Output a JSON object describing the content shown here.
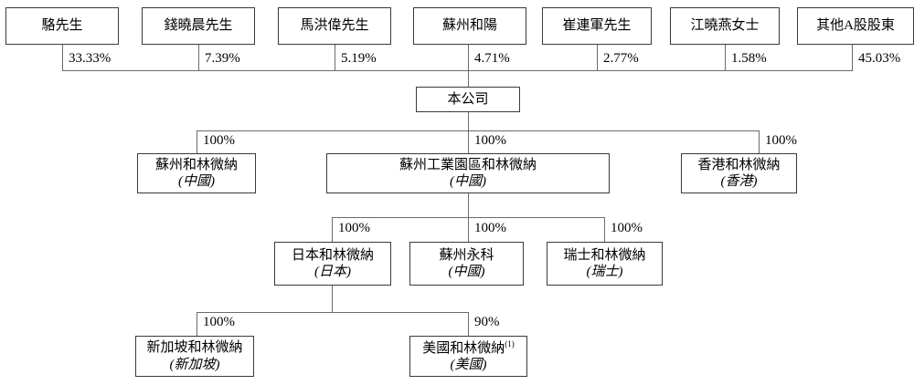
{
  "diagram": {
    "type": "corporate-shareholding-structure-chart",
    "title": "",
    "shareholders": [
      {
        "id": "luo",
        "label": "駱先生",
        "percent": "33.33%"
      },
      {
        "id": "qian",
        "label": "錢曉晨先生",
        "percent": "7.39%"
      },
      {
        "id": "ma",
        "label": "馬洪偉先生",
        "percent": "5.19%"
      },
      {
        "id": "heyang",
        "label": "蘇州和陽",
        "percent": "4.71%"
      },
      {
        "id": "cui",
        "label": "崔連軍先生",
        "percent": "2.77%"
      },
      {
        "id": "jiang",
        "label": "江曉燕女士",
        "percent": "1.58%"
      },
      {
        "id": "other",
        "label": "其他A股股東",
        "percent": "45.03%"
      }
    ],
    "company": {
      "id": "parent",
      "label": "本公司"
    },
    "level2": [
      {
        "id": "suzhou-helin",
        "name": "蘇州和林微納",
        "location": "(中國)",
        "percent": "100%"
      },
      {
        "id": "sip-helin",
        "name": "蘇州工業園區和林微納",
        "location": "(中國)",
        "percent": "100%"
      },
      {
        "id": "hk-helin",
        "name": "香港和林微納",
        "location": "(香港)",
        "percent": "100%"
      }
    ],
    "level3": [
      {
        "id": "japan-helin",
        "name": "日本和林微納",
        "location": "(日本)",
        "percent": "100%"
      },
      {
        "id": "suzhou-yongke",
        "name": "蘇州永科",
        "location": "(中國)",
        "percent": "100%"
      },
      {
        "id": "swiss-helin",
        "name": "瑞士和林微納",
        "location": "(瑞士)",
        "percent": "100%"
      }
    ],
    "level4": [
      {
        "id": "singapore-helin",
        "name": "新加坡和林微納",
        "superscript": "",
        "location": "(新加坡)",
        "percent": "100%"
      },
      {
        "id": "usa-helin",
        "name": "美國和林微納",
        "superscript": "(1)",
        "location": "(美國)",
        "percent": "90%"
      }
    ],
    "colors": {
      "box_border": "#3a3a3a",
      "connector": "#6b6b6b",
      "text": "#000000",
      "background": "#ffffff"
    }
  }
}
